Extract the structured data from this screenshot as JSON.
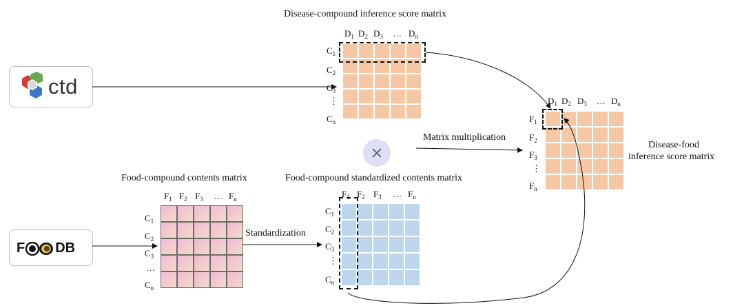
{
  "titles": {
    "dc_matrix": "Disease-compound inference score matrix",
    "fc_matrix": "Food-compound contents matrix",
    "fcs_matrix": "Food-compound standardized contents matrix",
    "df_matrix_line1": "Disease-food",
    "df_matrix_line2": "inference score matrix"
  },
  "operations": {
    "multiply": "Matrix multiplication",
    "standardize": "Standardization"
  },
  "logos": {
    "ctd": "ctd",
    "foodb_f": "F",
    "foodb_db": "DB"
  },
  "symbols": {
    "ellipsis": "…",
    "vdots": "⋮",
    "times": "×"
  },
  "labels": {
    "d": "D",
    "c": "C",
    "f": "F",
    "sub1": "1",
    "sub2": "2",
    "sub3": "3",
    "subn": "n"
  },
  "colors": {
    "orange_cell": "#f6c7a4",
    "blue_cell": "#bcd6ee",
    "grad_start": "#f2b8d8",
    "grad_end": "#f1dcc4",
    "ctd_red": "#c8413d",
    "ctd_green": "#6aa84f",
    "ctd_blue": "#3d78c3",
    "times_circle": "#dde0f4"
  },
  "icons": {
    "ctd_logo": "ctd-hexagon-icon",
    "foodb_logo": "foodb-olive-icon",
    "multiply": "circled-times-icon"
  }
}
